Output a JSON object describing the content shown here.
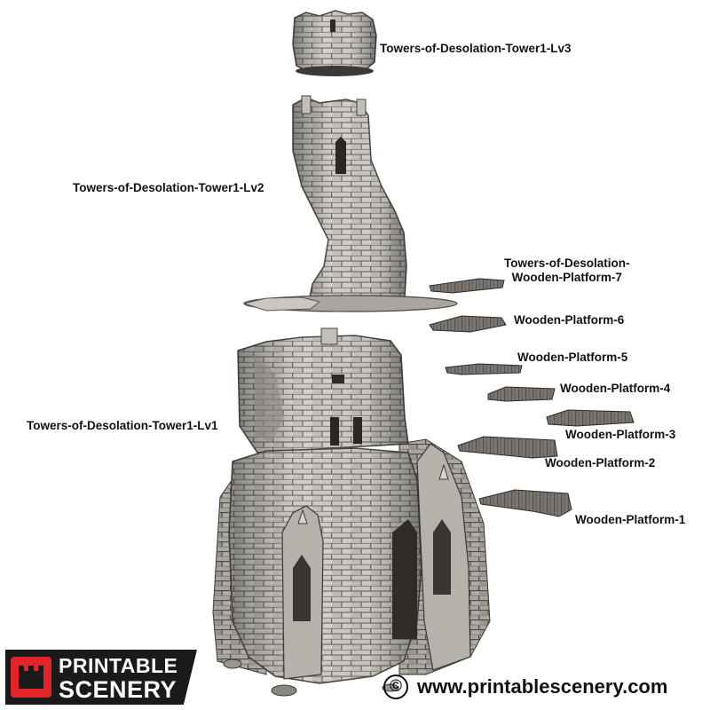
{
  "labels": {
    "tower_lv3": "Towers-of-Desolation-Tower1-Lv3",
    "tower_lv2": "Towers-of-Desolation-Tower1-Lv2",
    "tower_lv1": "Towers-of-Desolation-Tower1-Lv1",
    "platform_7_line1": "Towers-of-Desolation-",
    "platform_7_line2": "Wooden-Platform-7",
    "platform_6": "Wooden-Platform-6",
    "platform_5": "Wooden-Platform-5",
    "platform_4": "Wooden-Platform-4",
    "platform_3": "Wooden-Platform-3",
    "platform_2": "Wooden-Platform-2",
    "platform_1": "Wooden-Platform-1"
  },
  "branding": {
    "logo_line1": "PRINTABLE",
    "logo_line2": "SCENERY",
    "copyright_symbol": "©",
    "website": "www.printablescenery.com"
  },
  "colors": {
    "stone_light": "#c9c6c1",
    "stone_mid": "#9d9993",
    "stone_dark": "#5e5a55",
    "wood": "#6b655f",
    "logo_red": "#e3242b",
    "logo_black": "#1a1a1a"
  },
  "icons": {
    "copyright": "copyright-icon",
    "logo": "castle-logo-icon"
  }
}
